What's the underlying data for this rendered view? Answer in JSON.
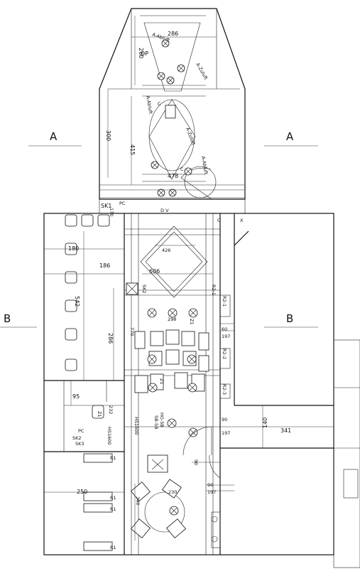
{
  "sections": [
    {
      "id": "A",
      "text": "A"
    },
    {
      "id": "A2",
      "text": "A"
    },
    {
      "id": "B",
      "text": "B"
    },
    {
      "id": "B2",
      "text": "B"
    }
  ],
  "dimensions": {
    "top_width": "286",
    "top_height": "260",
    "op_label": "OP",
    "upper_height_300": "300",
    "upper_height_415": "415",
    "upper_width_478": "478",
    "d_170": "170",
    "d_180": "180",
    "d_186": "186",
    "d_542": "542",
    "d_286": "286",
    "d_426": "426",
    "d_606": "606",
    "d_298": "298",
    "d_770": "770",
    "d_60": "60",
    "d_197a": "197",
    "d_95": "95",
    "d_232": "232",
    "d_140": "140",
    "d_341": "341",
    "d_90a": "90",
    "d_197b": "197",
    "d_90b": "90",
    "d_90c": "90",
    "d_197c": "197",
    "d_250": "250",
    "d_230": "230",
    "d_340": "340"
  },
  "labels": {
    "sk1": "SK1",
    "sk2": "SK2",
    "pc_top": "PC",
    "dv": "D V",
    "a_zuluft1": "A-Zuluft",
    "a_zuluft2": "A-Zuluft",
    "a_abluft1": "A-Abluft",
    "a_abluft2": "A-Abluft",
    "a_abluft3": "A-Abluft",
    "r2_1": "R2-1",
    "r2_2": "R2-2",
    "r2_3": "R2-3",
    "r2_1b": "R2-1",
    "z1a": "Z1",
    "z1b": "Z1",
    "z1c": "Z1",
    "pc_bottom": "PC",
    "sk2b": "SK2",
    "sk3": "SK3",
    "hs1600a": "HS1600",
    "hs1600b": "HS1600",
    "hg": "HG-5B",
    "sb": "SB-5B",
    "r1a": "R1",
    "r1b": "R1",
    "r1c": "R1",
    "r1d": "R1",
    "c1": "C",
    "c2": "C",
    "c3": "C",
    "mark_x": "X"
  }
}
